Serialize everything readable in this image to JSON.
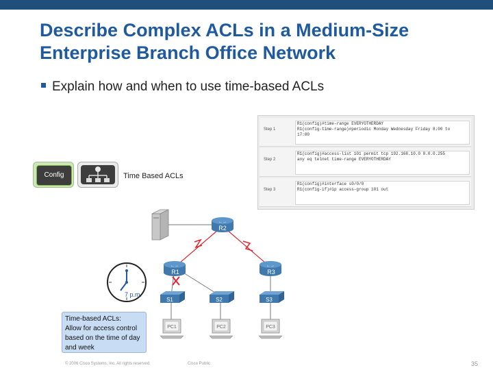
{
  "slide": {
    "title_line1": "Describe Complex ACLs in a Medium-Size",
    "title_line2": "Enterprise Branch Office Network",
    "bullet": "Explain how and when to use time-based ACLs"
  },
  "steps": [
    {
      "label": "Step 1",
      "lines": [
        "R1(config)#time-range EVERYOTHERDAY",
        "R1(config-time-range)#periodic Monday Wednesday Friday 8:00 to",
        "17:00"
      ]
    },
    {
      "label": "Step 2",
      "lines": [
        "R1(config)#access-list 101 permit tcp 192.168.10.0 0.0.0.255",
        "any eq telnet time-range EVERYOTHERDAY"
      ]
    },
    {
      "label": "Step 3",
      "lines": [
        "R1(config)#interface s0/0/0",
        "R1(config-if)#ip access-group 101 out"
      ]
    }
  ],
  "buttons": {
    "config": "Config"
  },
  "topology_label": "Time Based ACLs",
  "network": {
    "routers": [
      "R2",
      "R1",
      "R3"
    ],
    "switches": [
      "S1",
      "S2",
      "S3"
    ],
    "pcs": [
      "PC1",
      "PC2",
      "PC3"
    ],
    "clock_label": "7 p.m."
  },
  "callout": {
    "lines": [
      "Time-based ACLs:",
      "Allow for access control",
      "based on the time of day",
      "and week"
    ]
  },
  "footer": {
    "copyright": "© 2006 Cisco Systems, Inc. All rights reserved.",
    "classification": "Cisco Public",
    "page": "35"
  },
  "colors": {
    "title": "#1f5a9e",
    "top_bar": "#1f4f7a",
    "wan_link": "#e0242e",
    "router": "#4a86b8",
    "callout_bg": "#c8dcf3"
  }
}
